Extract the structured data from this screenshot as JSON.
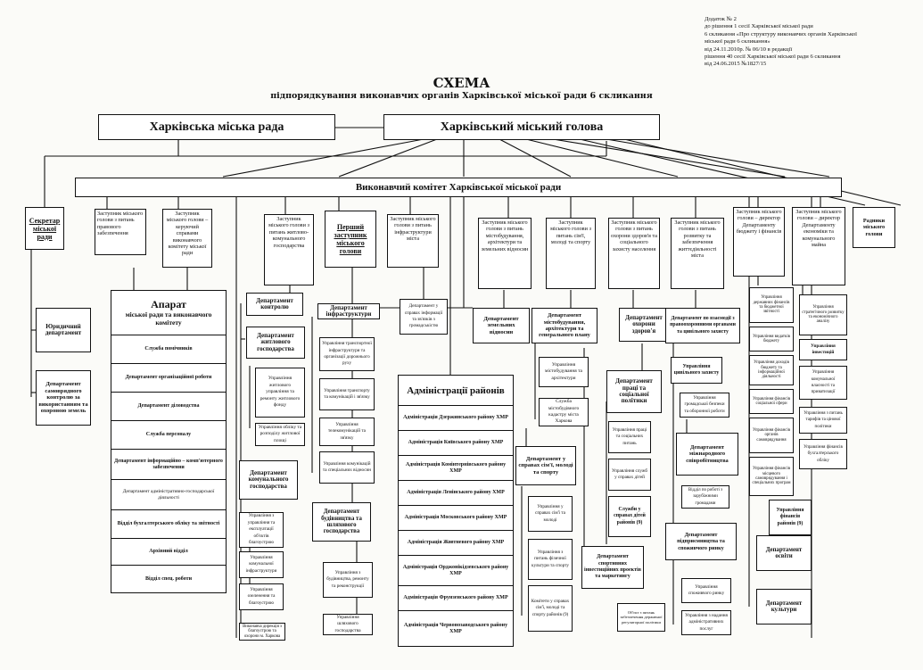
{
  "header": {
    "lines": [
      "Додаток № 2",
      "до рішення 1 сесії Харківської міської ради",
      "6 скликання «Про структуру виконавчих органів Харківської",
      "міської ради 6 скликання»",
      "від  24.11.2010р.  № 06/10  в редакції",
      "рішення 40 сесії  Харківської міської ради 6 скликання",
      "від 24.06.2015  №1827/15"
    ]
  },
  "title": "СХЕМА",
  "subtitle": "підпорядкування виконавчих органів Харківської міської ради 6 скликання",
  "council": "Харківська міська рада",
  "mayor": "Харківський міський голова",
  "committee": "Виконавчий комітет Харківської міської ради",
  "top_units": [
    "Секретар міської ради",
    "Заступник міського голови з питань правового забезпечення",
    "Заступник міського голови – керуючий справами виконавчого комітету міської ради",
    "Заступник міського голови з питань житлово-комунального господарства",
    "Перший заступник міського голови",
    "Заступник міського голови з питань інфраструктури міста",
    "Заступник міського голови з питань містобудування, архітектури та земельних відносин",
    "Заступник міського голови з питань сім'ї, молоді та спорту",
    "Заступник міського голови з питань охорони здоров'я та соціального захисту населення",
    "Заступник міського голови з питань розвитку та забезпечення життєдіяльності міста",
    "Заступник міського голови – директор Департаменту бюджету і фінансів",
    "Заступник міського голови – директор Департаменту економіки та комунального майна",
    "Радники міського голови"
  ],
  "secretary_units": [
    "Юридичний департамент",
    "Департамент самоврядного контролю за використанням та охороною земель"
  ],
  "apparatus": {
    "title": "Апарат",
    "subtitle": "міської ради та виконавчого комітету",
    "items": [
      "Служба помічників",
      "Департамент організаційної роботи",
      "Департамент діловодства",
      "Служба персоналу",
      "Департамент інформаційно – комп'ютерного забезпечення",
      "Департамент адміністративно-господарської діяльності",
      "Відділ бухгалтерського обліку та звітності",
      "Архівний відділ",
      "Відділ спец. роботи"
    ]
  },
  "housing": {
    "control": "Департамент контролю",
    "housing_dept": "Департамент житлового господарства",
    "housing_subs": [
      "Управління житлового управління та ремонту житлового фонду",
      "Управління обліку та розподілу житлової площі"
    ],
    "communal_dept": "Департамент комунального господарства",
    "communal_subs": [
      "Управління з управління та експлуатації об'єктів благоустрою",
      "Управління комунальної інфраструктури",
      "Управління озеленення та благоустрою"
    ],
    "extra": "Виконавча дирекція з благоустрою та охорони м. Харкова"
  },
  "first_deputy": {
    "infra_dept": "Департамент інфраструктури",
    "infra_subs": [
      "Управління транспортної інфраструктури та організації дорожнього руху",
      "Управління транспорту та комунікацій і зв'язку",
      "Управління телекомунікацій та зв'язку",
      "Управління комунікацій та спеціальних відносин"
    ],
    "building_dept": "Департамент будівництва та шляхового господарства",
    "building_subs": [
      "Управління з будівництва, ремонту та реконструкції",
      "Управління шляхового господарства"
    ]
  },
  "infra_deputy_sub": "Департамент у справах інформації та зв'язків з громадськістю",
  "districts": {
    "title": "Адміністрації районів",
    "items": [
      "Адміністрація Дзержинського району ХМР",
      "Адміністрація Київського району ХМР",
      "Адміністрація Комінтернівського району ХМР",
      "Адміністрація Ленінського району ХМР",
      "Адміністрація Московського району ХМР",
      "Адміністрація Жовтневого району ХМР",
      "Адміністрація Орджонікідзевського району ХМР",
      "Адміністрація Фрунзенського району ХМР",
      "Адміністрація Червонозаводського району ХМР"
    ]
  },
  "land": "Департамент земельних відносин",
  "urban": {
    "dept": "Департамент містобудування, архітектури та генерального плану",
    "subs": [
      "Управління містобудування та архітектури",
      "Служба містобудівного кадастру міста Харкова"
    ]
  },
  "family": {
    "dept": "Департамент у справах сім'ї, молоді та спорту",
    "subs": [
      "Управління у справах сім'ї та молоді",
      "Управління з питань фізичної культури та спорту",
      "Комітети у справах сім'ї, молоді та спорту районів (9)"
    ],
    "sport": "Департамент спортивних інвестиційних проектів та маркетингу"
  },
  "health": {
    "dept": "Департамент охорони здоров'я",
    "labor": "Департамент праці та соціальної політики",
    "subs": [
      "Управління праці та соціальних питань",
      "Управління служб у справах дітей",
      "Служби у справах дітей районів (9)"
    ]
  },
  "development": {
    "dept": "Департамент по взаємодії з правоохоронними органами та цивільного захисту",
    "civil": "Управління цивільного захисту",
    "civil_sub": "Управління громадської безпеки та оборонної роботи",
    "intl": "Департамент міжнародного співробітництва",
    "intl_sub": "Відділ по роботі з зарубіжними громадами",
    "entrepreneur": "Департамент підприємництва та споживчого ринку",
    "entrepreneur_subs": [
      "Управління споживчого ринку",
      "Управління з надання адміністративних послуг"
    ],
    "extra": "Об'єкт з питань забезпечення державної регуляторної політики"
  },
  "finance_subs": [
    "Управління державних фінансів та бюджетної звітності",
    "Управління видатків бюджету",
    "Управління доходів бюджету та інформаційної діяльності",
    "Управління фінансів соціальної сфери",
    "Управління фінансів органів самоврядування",
    "Управління фінансів місцевого самоврядування і спеціальних програм"
  ],
  "finance_district": "Управління фінансів районів (9)",
  "economy_subs": [
    "Управління стратегічного розвитку та економічного аналізу",
    "Управління інвестицій",
    "Управління комунальної власності та приватизації",
    "Управління з питань тарифів та цінової політики",
    "Управління фінансів бухгалтерського обліку"
  ],
  "education": "Департамент освіти",
  "culture": "Департамент культури"
}
